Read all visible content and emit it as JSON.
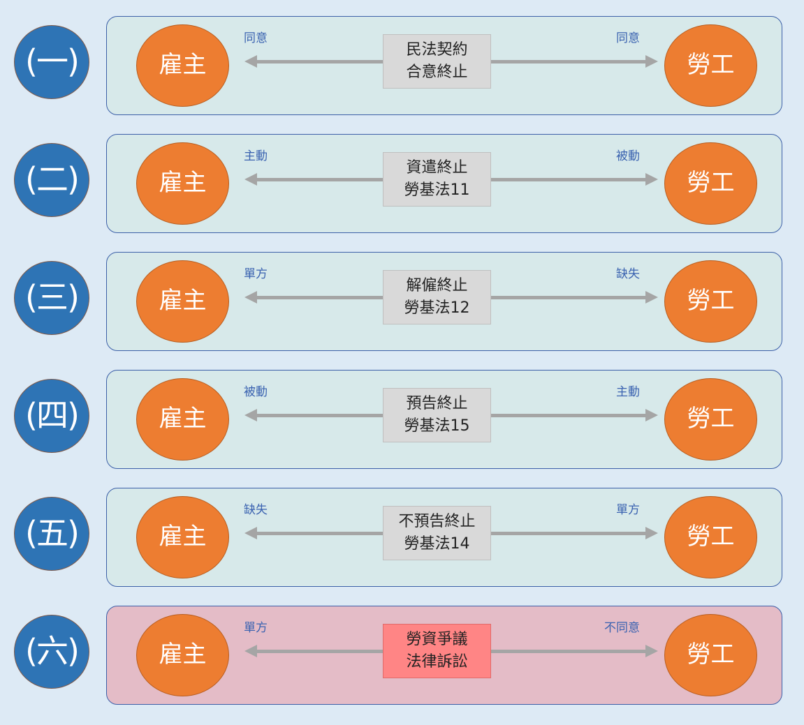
{
  "rows": [
    {
      "number": "(一)",
      "left_node": "雇主",
      "right_node": "勞工",
      "left_tag": "同意",
      "right_tag": "同意",
      "box_line1": "民法契約",
      "box_line2": "合意終止"
    },
    {
      "number": "(二)",
      "left_node": "雇主",
      "right_node": "勞工",
      "left_tag": "主動",
      "right_tag": "被動",
      "box_line1": "資遣終止",
      "box_line2": "勞基法11"
    },
    {
      "number": "(三)",
      "left_node": "雇主",
      "right_node": "勞工",
      "left_tag": "單方",
      "right_tag": "缺失",
      "box_line1": "解僱終止",
      "box_line2": "勞基法12"
    },
    {
      "number": "(四)",
      "left_node": "雇主",
      "right_node": "勞工",
      "left_tag": "被動",
      "right_tag": "主動",
      "box_line1": "預告終止",
      "box_line2": "勞基法15"
    },
    {
      "number": "(五)",
      "left_node": "雇主",
      "right_node": "勞工",
      "left_tag": "缺失",
      "right_tag": "單方",
      "box_line1": "不預告終止",
      "box_line2": "勞基法14"
    },
    {
      "number": "(六)",
      "left_node": "雇主",
      "right_node": "勞工",
      "left_tag": "單方",
      "right_tag": "不同意",
      "box_line1": "勞資爭議",
      "box_line2": "法律訴訟"
    }
  ],
  "colors": {
    "background": "#ddeaf5",
    "number_circle": "#2e74b5",
    "panel": "#d7e9ea",
    "panel_highlight": "#e4bcc7",
    "node": "#ed7d31",
    "box": "#d9d9d9",
    "box_highlight": "#ff8585",
    "arrow": "#a5a5a5",
    "tag_text": "#3a62b0"
  }
}
